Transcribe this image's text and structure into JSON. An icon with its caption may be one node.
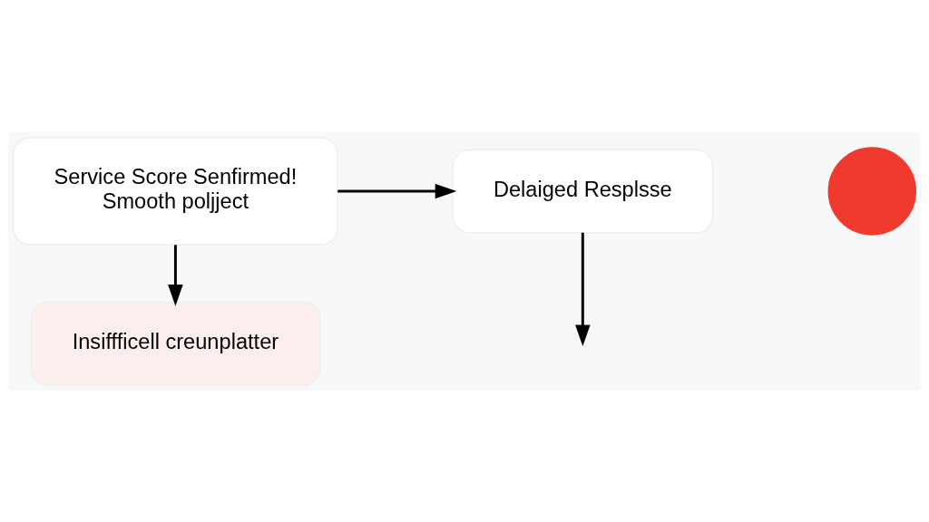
{
  "diagram": {
    "nodes": [
      {
        "text": [
          "Service Score Senfirmed!",
          "Smooth poljject"
        ]
      },
      {
        "text": [
          "Delaiged Resplsse"
        ]
      },
      {
        "text": [
          "Insiffficell creunplatter"
        ]
      },
      {
        "text": [],
        "shape": "circle"
      }
    ],
    "edges": [
      {
        "from": 0,
        "to": 1,
        "arrow": "to"
      },
      {
        "from": 0,
        "to": 2,
        "arrow": "to"
      },
      {
        "from": 1,
        "to": null,
        "arrow": "to"
      }
    ]
  }
}
